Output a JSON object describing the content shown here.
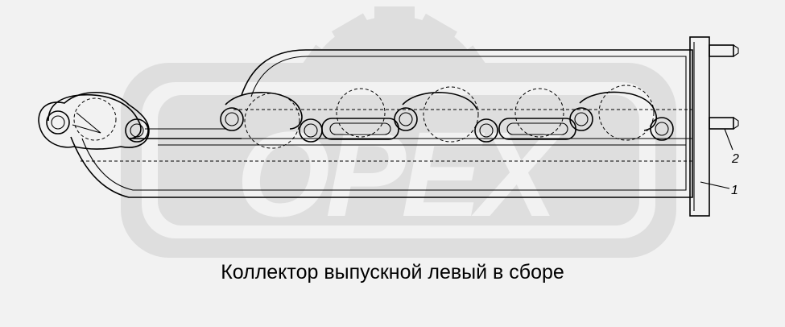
{
  "caption": "Коллектор выпускной левый в сборе",
  "watermark_text": "OPEX",
  "callouts": [
    {
      "label": "1"
    },
    {
      "label": "2"
    }
  ],
  "colors": {
    "background": "#f2f2f2",
    "watermark": "#dedede",
    "ink": "#000000"
  }
}
